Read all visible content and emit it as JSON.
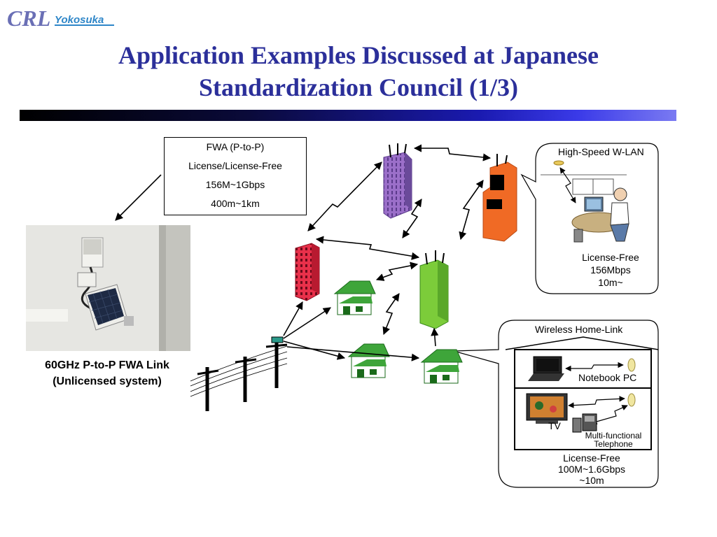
{
  "header": {
    "logo_text": "CRL",
    "logo_sub": "Yokosuka",
    "title_line1": "Application Examples Discussed at Japanese",
    "title_line2": "Standardization Council (1/3)"
  },
  "fwa_box": {
    "line1": "FWA (P-to-P)",
    "line2": "License/License-Free",
    "line3": "156M~1Gbps",
    "line4": "400m~1km"
  },
  "photo": {
    "caption_line1": "60GHz P-to-P FWA Link",
    "caption_line2": "(Unlicensed system)"
  },
  "wlan": {
    "title": "High-Speed W-LAN",
    "line1": "License-Free",
    "line2": "156Mbps",
    "line3": "10m~"
  },
  "home_link": {
    "title": "Wireless Home-Link",
    "notebook_label": "Notebook PC",
    "tv_label": "TV",
    "phone_line1": "Multi-functional",
    "phone_line2": "Telephone",
    "line1": "License-Free",
    "line2": "100M~1.6Gbps",
    "line3": "~10m"
  },
  "colors": {
    "title": "#2b2f9a",
    "purple_building": "#9b6fc9",
    "orange_building": "#f06a25",
    "red_building": "#e8304a",
    "green_building": "#7ccc3a",
    "house_roof": "#3ea53a"
  }
}
